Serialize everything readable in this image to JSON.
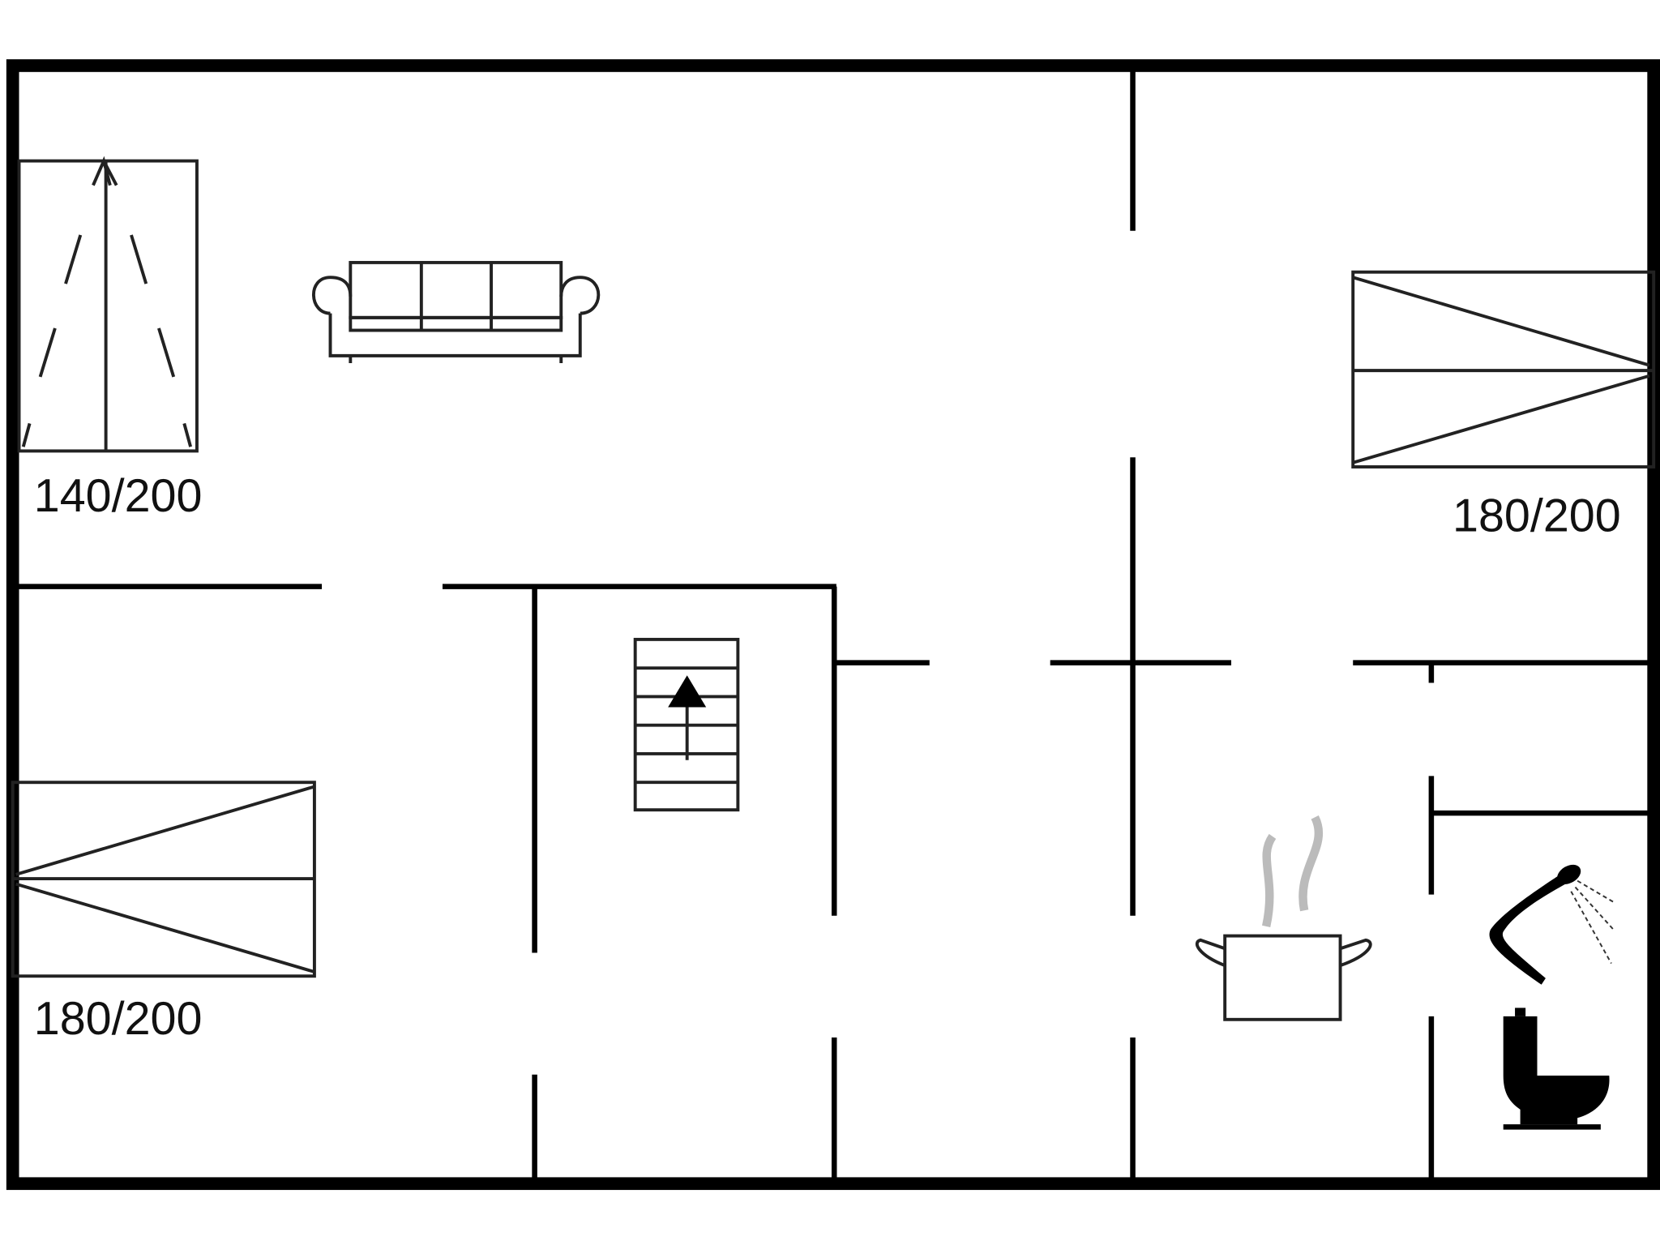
{
  "floorplan": {
    "beds": [
      {
        "label": "140/200"
      },
      {
        "label": "180/200"
      },
      {
        "label": "180/200"
      }
    ],
    "icons": [
      "double-bed-icon",
      "sofa-icon",
      "stairs-icon",
      "cooking-pot-icon",
      "shower-icon",
      "toilet-icon"
    ],
    "colors": {
      "wall": "#000000",
      "steam": "#bbbbbb"
    }
  }
}
